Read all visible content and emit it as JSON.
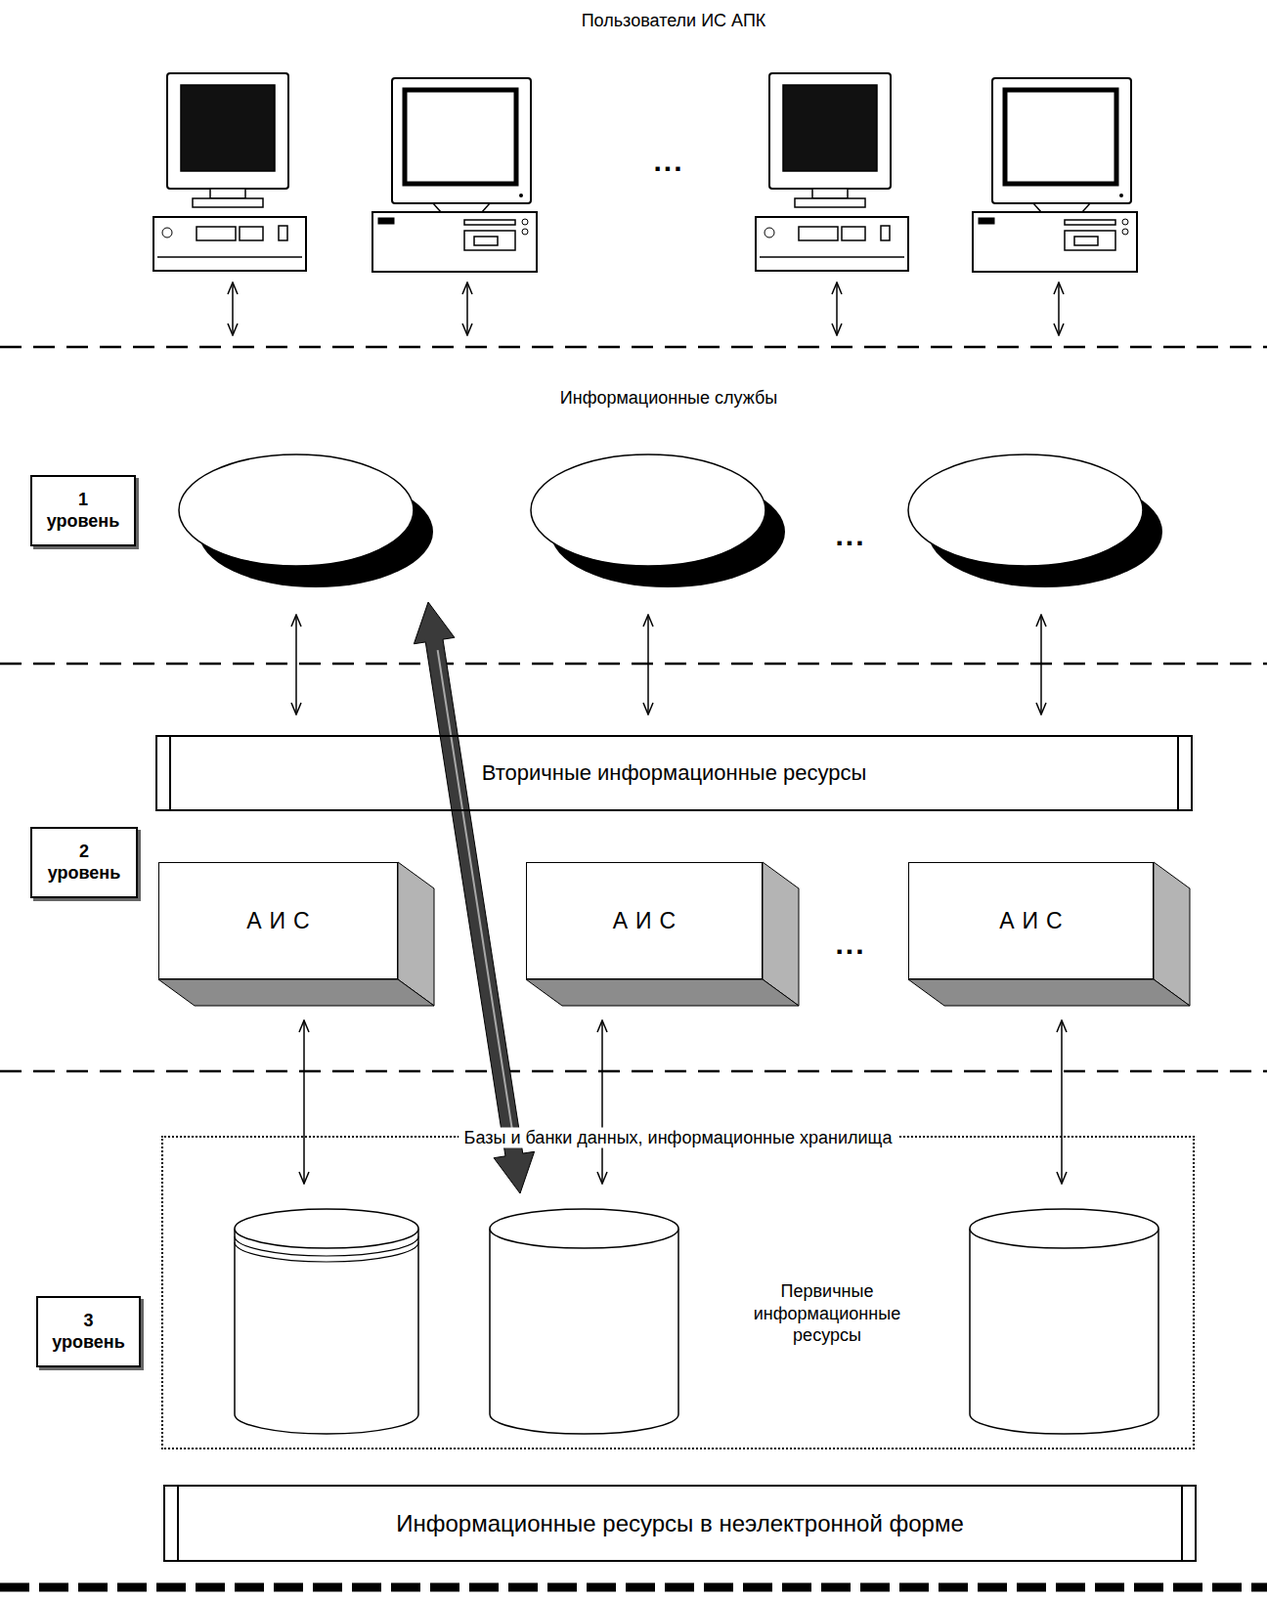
{
  "diagram": {
    "nodes": [
      {
        "text": [
          "1 уровень"
        ]
      },
      {
        "text": [
          "Вторичные информационные ресурсы"
        ]
      },
      {
        "text": [
          "2 уровень"
        ]
      },
      {
        "text": [
          "АИС"
        ]
      },
      {
        "text": [
          "АИС"
        ]
      },
      {
        "text": [
          "АИС"
        ]
      },
      {
        "text": [
          "Базы и банки данных, информационные хранилища"
        ]
      },
      {
        "text": [
          "3 уровень"
        ]
      },
      {
        "text": [
          "Информационные ресурсы в неэлектронной форме"
        ]
      }
    ],
    "edges": [
      {
        "from": 3,
        "to": 6,
        "arrow": "both"
      },
      {
        "from": 4,
        "to": 6,
        "arrow": "both"
      },
      {
        "from": 5,
        "to": 6,
        "arrow": "both"
      }
    ],
    "labels": [
      "Пользователи ИС АПК",
      "...",
      "Информационные службы",
      "...",
      "...",
      "Первичные информационные ресурсы"
    ]
  }
}
